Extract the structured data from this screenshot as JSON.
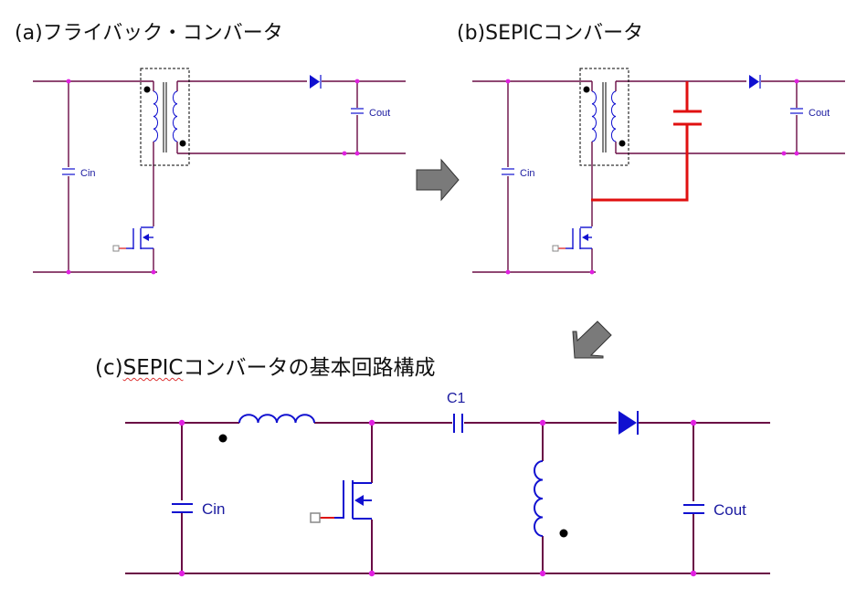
{
  "titles": {
    "a": "(a)フライバック・コンバータ",
    "b": "(b)SEPICコンバータ",
    "c_prefix": "(c)",
    "c_underlined": "SEPIC",
    "c_suffix": "コンバータの基本回路構成"
  },
  "labels": {
    "a_cin": "Cin",
    "a_cout": "Cout",
    "b_cin": "Cin",
    "b_cout": "Cout",
    "c_c1": "C1",
    "c_cin": "Cin",
    "c_cout": "Cout"
  },
  "colors": {
    "wire": "#6a0b45",
    "wire_red": "#d11",
    "component": "#1010d0",
    "node": "#e020e0",
    "added_part": "#e01010",
    "arrow_fill": "#7a7a7a",
    "arrow_stroke": "#333333",
    "dot": "#000000"
  },
  "arrows": [
    {
      "name": "arrow-a-to-b",
      "direction": "right"
    },
    {
      "name": "arrow-b-to-c",
      "direction": "down-left"
    }
  ]
}
